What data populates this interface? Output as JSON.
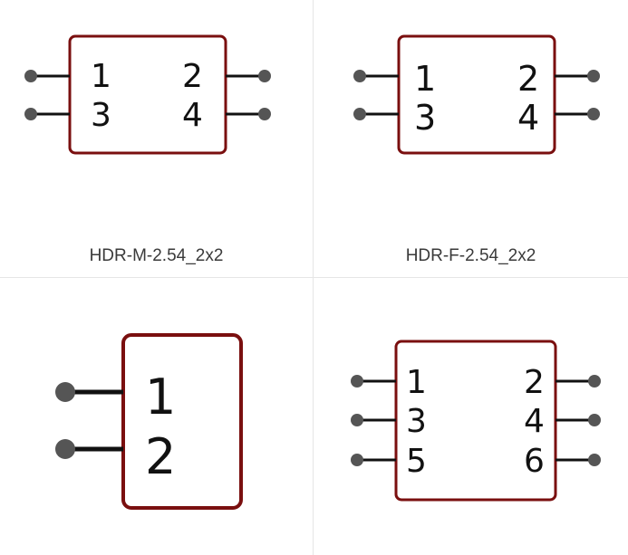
{
  "colors": {
    "body_stroke": "#7a0f0f",
    "lead": "#111111",
    "pin_dot": "#555555",
    "caption": "#3a3a3a",
    "divider": "#e6e6e6"
  },
  "symbols": [
    {
      "caption": "HDR-M-2.54_2x2",
      "pins": [
        "1",
        "2",
        "3",
        "4"
      ]
    },
    {
      "caption": "HDR-F-2.54_2x2",
      "pins": [
        "1",
        "2",
        "3",
        "4"
      ]
    },
    {
      "caption": "",
      "pins": [
        "1",
        "2"
      ]
    },
    {
      "caption": "",
      "pins": [
        "1",
        "2",
        "3",
        "4",
        "5",
        "6"
      ]
    }
  ]
}
